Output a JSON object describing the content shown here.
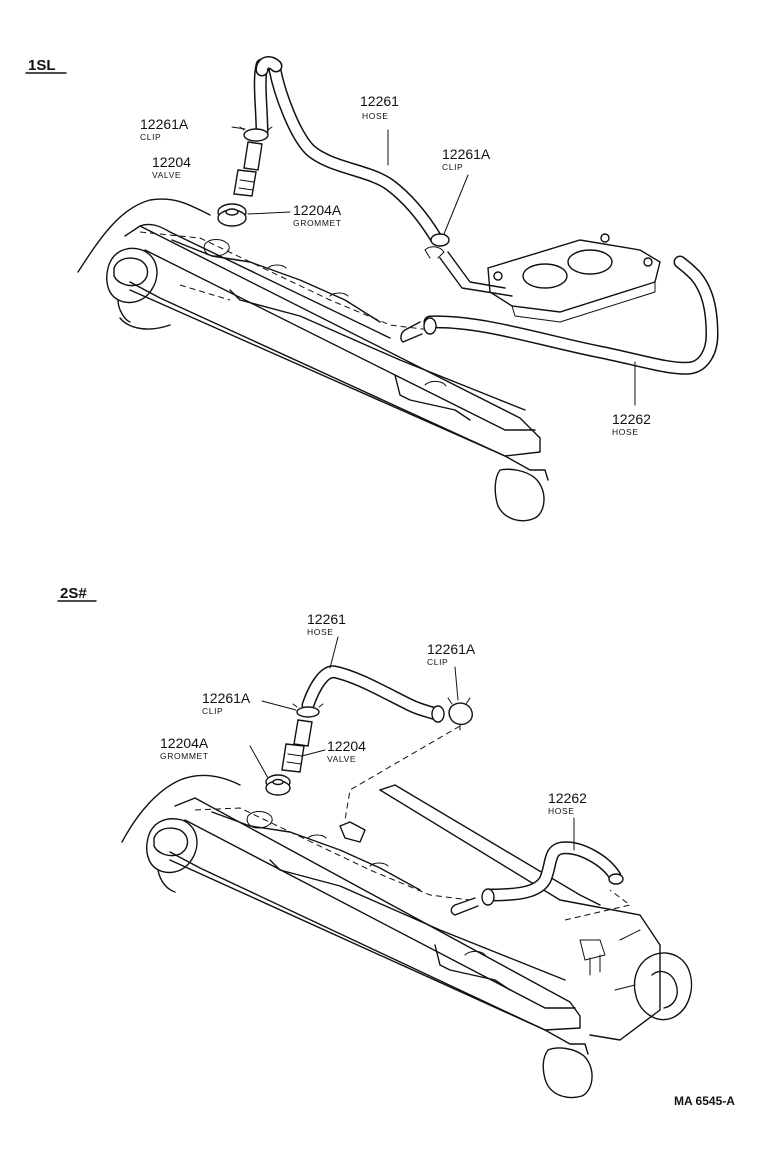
{
  "sections": [
    {
      "id": "1sl",
      "title": "1SL",
      "labels": [
        {
          "key": "hose-12261",
          "number": "12261",
          "name": "HOSE"
        },
        {
          "key": "clip-12261a-left",
          "number": "12261A",
          "name": "CLIP"
        },
        {
          "key": "valve-12204",
          "number": "12204",
          "name": "VALVE"
        },
        {
          "key": "grommet-12204a",
          "number": "12204A",
          "name": "GROMMET"
        },
        {
          "key": "clip-12261a-right",
          "number": "12261A",
          "name": "CLIP"
        },
        {
          "key": "hose-12262",
          "number": "12262",
          "name": "HOSE"
        }
      ]
    },
    {
      "id": "2s",
      "title": "2S#",
      "labels": [
        {
          "key": "hose-12261",
          "number": "12261",
          "name": "HOSE"
        },
        {
          "key": "clip-12261a-right",
          "number": "12261A",
          "name": "CLIP"
        },
        {
          "key": "clip-12261a-left",
          "number": "12261A",
          "name": "CLIP"
        },
        {
          "key": "grommet-12204a",
          "number": "12204A",
          "name": "GROMMET"
        },
        {
          "key": "valve-12204",
          "number": "12204",
          "name": "VALVE"
        },
        {
          "key": "hose-12262",
          "number": "12262",
          "name": "HOSE"
        }
      ]
    }
  ],
  "reference_code": "MA 6545-A",
  "colors": {
    "ink": "#111111",
    "paper": "#ffffff"
  }
}
